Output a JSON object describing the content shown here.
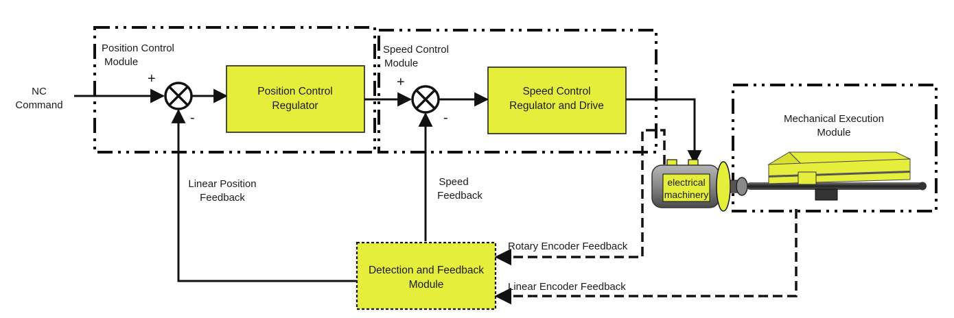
{
  "input": {
    "line1": "NC",
    "line2": "Command"
  },
  "modules": {
    "position": {
      "line1": "Position Control",
      "line2": "Module"
    },
    "speed": {
      "line1": "Speed Control",
      "line2": "Module"
    },
    "mechanical": {
      "line1": "Mechanical Execution",
      "line2": "Module"
    }
  },
  "blocks": {
    "position_regulator": {
      "line1": "Position Control",
      "line2": "Regulator"
    },
    "speed_regulator": {
      "line1": "Speed Control",
      "line2": "Regulator and Drive"
    },
    "detection": {
      "line1": "Detection and Feedback",
      "line2": "Module"
    },
    "motor": {
      "line1": "electrical",
      "line2": "machinery"
    }
  },
  "signs": {
    "pos_plus": "+",
    "pos_minus": "-",
    "speed_plus": "+",
    "speed_minus": "-"
  },
  "feedback": {
    "linear_position": {
      "line1": "Linear Position",
      "line2": "Feedback"
    },
    "speed": {
      "line1": "Speed",
      "line2": "Feedback"
    },
    "rotary_encoder": "Rotary Encoder Feedback",
    "linear_encoder": "Linear Encoder Feedback"
  },
  "colors": {
    "block_fill": "#e6ee3c",
    "stroke": "#111111",
    "motor_body": "#8a8a8a",
    "table_fill": "#e6ee3c"
  }
}
